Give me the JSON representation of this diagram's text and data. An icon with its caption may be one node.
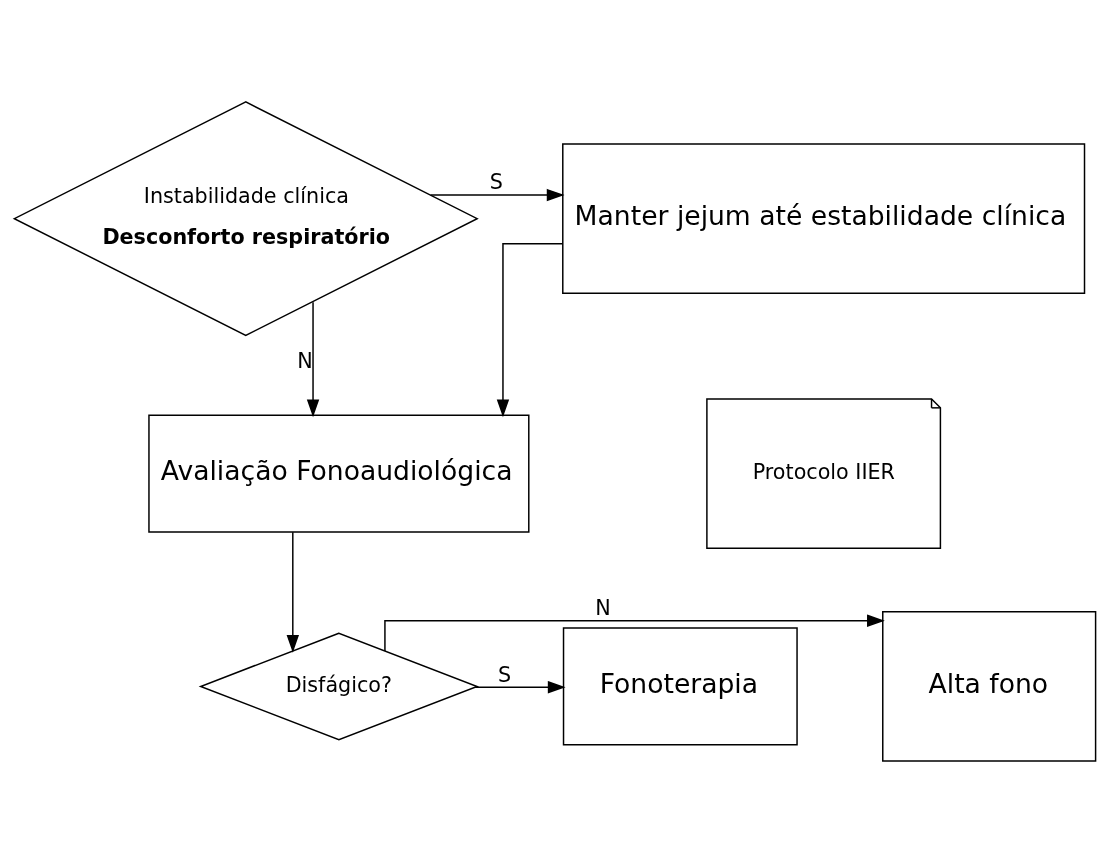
{
  "diagram": {
    "nodes": [
      {
        "text": [
          "Instabilidade clínica",
          "Desconforto respiratório"
        ]
      },
      {
        "text": [
          "Manter jejum até estabilidade clínica"
        ]
      },
      {
        "text": [
          "Protocolo IIER"
        ]
      },
      {
        "text": [
          "Avaliação Fonoaudiológica"
        ]
      },
      {
        "text": [
          "Disfágico?"
        ]
      },
      {
        "text": [
          "Alta fono"
        ]
      },
      {
        "text": [
          "Fonoterapia"
        ]
      }
    ],
    "edges": [
      {
        "from": 0,
        "to": 1,
        "arrow": "to",
        "label": "S"
      },
      {
        "from": 0,
        "to": 3,
        "arrow": "to",
        "label": "N"
      },
      {
        "from": 1,
        "to": 3,
        "arrow": "to"
      },
      {
        "from": 3,
        "to": 4,
        "arrow": "to"
      },
      {
        "from": 4,
        "to": 5,
        "arrow": "to",
        "label": "N"
      },
      {
        "from": 4,
        "to": 6,
        "arrow": "to",
        "label": "S"
      }
    ]
  }
}
